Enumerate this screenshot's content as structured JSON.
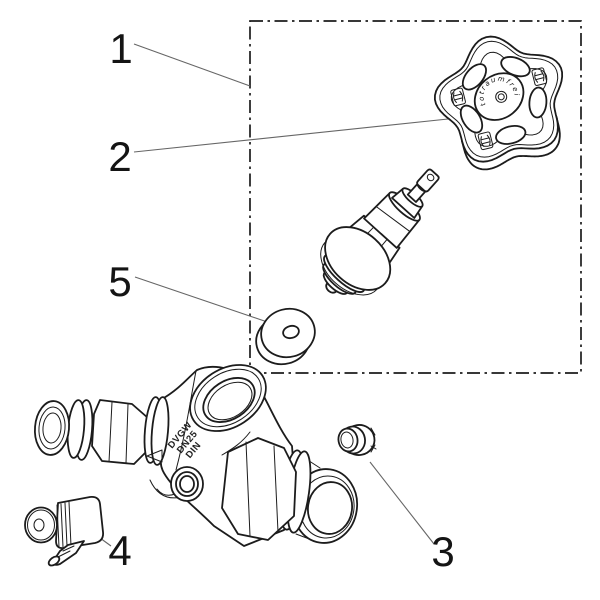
{
  "diagram": {
    "background_color": "#ffffff",
    "line_color": "#1c1c1c",
    "leader_line_color": "#666666"
  },
  "callouts": [
    {
      "label": "1"
    },
    {
      "label": "2"
    },
    {
      "label": "3"
    },
    {
      "label": "4"
    },
    {
      "label": "5"
    }
  ],
  "markings": {
    "handwheel_cap_text": "totraumfrei",
    "body_cast_line1": "DVGW",
    "body_cast_line2": "DN25",
    "body_cast_line3": "DIN"
  }
}
